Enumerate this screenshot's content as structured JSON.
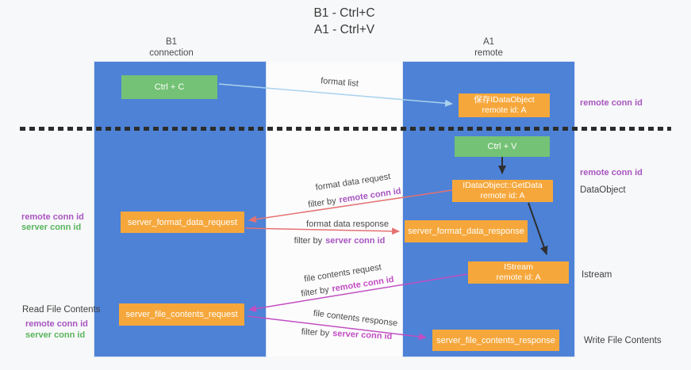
{
  "title": {
    "line1": "B1 - Ctrl+C",
    "line2": "A1 - Ctrl+V"
  },
  "lanes": {
    "b1": {
      "name": "B1",
      "role": "connection"
    },
    "a1": {
      "name": "A1",
      "role": "remote"
    }
  },
  "nodes": {
    "ctrl_c": {
      "label": "Ctrl + C"
    },
    "save_idataobject": {
      "line1": "保存IDataObject",
      "line2": "remote id: A"
    },
    "ctrl_v": {
      "label": "Ctrl + V"
    },
    "getdata": {
      "line1": "IDataObject::GetData",
      "line2": "remote id: A"
    },
    "server_format_data_request": {
      "label": "server_format_data_request"
    },
    "server_format_data_response": {
      "label": "server_format_data_response"
    },
    "istream": {
      "line1": "IStream",
      "line2": "remote id: A"
    },
    "server_file_contents_request": {
      "label": "server_file_contents_request"
    },
    "server_file_contents_response": {
      "label": "server_file_contents_response"
    }
  },
  "arrow_labels": {
    "format_list": "format list",
    "format_data_request": "format data request",
    "format_data_response": "format data response",
    "file_contents_request": "file contents request",
    "file_contents_response": "file contents response",
    "filter_by": "filter by",
    "remote_conn_id": "remote conn id",
    "server_conn_id": "server conn id"
  },
  "side_labels": {
    "remote_conn_id": "remote conn id",
    "server_conn_id": "server conn id",
    "dataobject": "DataObject",
    "istream": "Istream",
    "read_file_contents": "Read File Contents",
    "write_file_contents": "Write File Contents"
  },
  "colors": {
    "lane_blue": "#4d82d6",
    "node_orange": "#f6a73b",
    "node_green": "#74c275",
    "purple_label": "#a855c0",
    "green_label": "#58b55c",
    "magenta_arrow": "#c24ec2",
    "red_arrow": "#e57272",
    "light_blue_arrow": "#a9d2ef",
    "black_arrow": "#2f2f2f"
  }
}
